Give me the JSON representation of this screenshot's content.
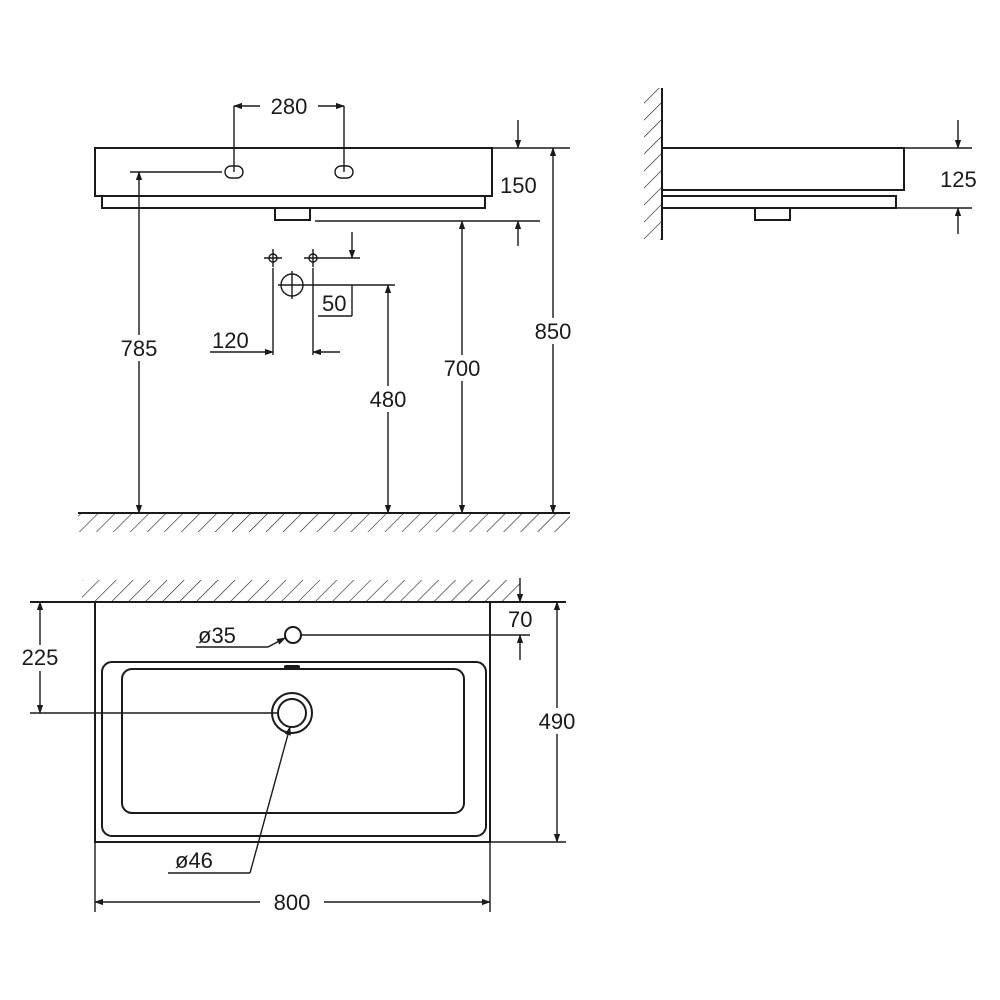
{
  "dimensions": {
    "tap_hole_spacing": "280",
    "overflow_height": "150",
    "basin_top_height": "850",
    "rim_height": "785",
    "underside_height": "700",
    "waste_height": "480",
    "supply_spacing": "120",
    "supply_offset": "50",
    "side_height": "125",
    "overflow_setback": "70",
    "overflow_diameter": "ø35",
    "waste_setback": "225",
    "depth": "490",
    "waste_diameter": "ø46",
    "width": "800"
  }
}
